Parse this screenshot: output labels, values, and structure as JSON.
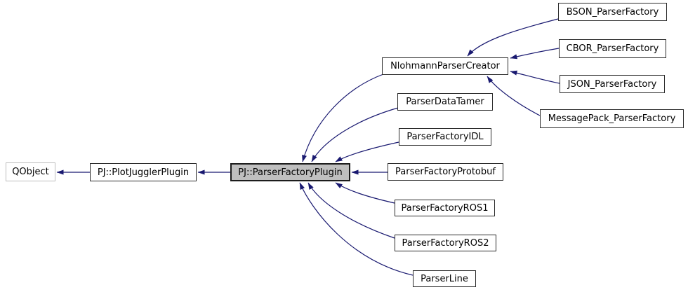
{
  "diagram": {
    "kind": "class-inheritance-graph",
    "colors": {
      "background": "#ffffff",
      "edge": "#191970",
      "node_fill": "#ffffff",
      "node_border": "#2b2b2b",
      "current_node_fill": "#bfbfbf",
      "external_node_border": "#bdbdbd",
      "text": "#000000"
    }
  },
  "nodes": [
    {
      "id": "qobject",
      "label": "QObject",
      "role": "external-base"
    },
    {
      "id": "plotjuggler-plugin",
      "label": "PJ::PlotJugglerPlugin",
      "role": "base"
    },
    {
      "id": "parser-factory-plugin",
      "label": "PJ::ParserFactoryPlugin",
      "role": "current"
    },
    {
      "id": "nlohmann-parser-creator",
      "label": "NlohmannParserCreator",
      "role": "derived"
    },
    {
      "id": "parser-data-tamer",
      "label": "ParserDataTamer",
      "role": "derived"
    },
    {
      "id": "parser-factory-idl",
      "label": "ParserFactoryIDL",
      "role": "derived"
    },
    {
      "id": "parser-factory-protobuf",
      "label": "ParserFactoryProtobuf",
      "role": "derived"
    },
    {
      "id": "parser-factory-ros1",
      "label": "ParserFactoryROS1",
      "role": "derived"
    },
    {
      "id": "parser-factory-ros2",
      "label": "ParserFactoryROS2",
      "role": "derived"
    },
    {
      "id": "parser-line",
      "label": "ParserLine",
      "role": "derived"
    },
    {
      "id": "bson-parser-factory",
      "label": "BSON_ParserFactory",
      "role": "derived"
    },
    {
      "id": "cbor-parser-factory",
      "label": "CBOR_ParserFactory",
      "role": "derived"
    },
    {
      "id": "json-parser-factory",
      "label": "JSON_ParserFactory",
      "role": "derived"
    },
    {
      "id": "messagepack-parser-factory",
      "label": "MessagePack_ParserFactory",
      "role": "derived"
    }
  ],
  "edges": [
    {
      "from": "PJ::PlotJugglerPlugin",
      "to": "QObject"
    },
    {
      "from": "PJ::ParserFactoryPlugin",
      "to": "PJ::PlotJugglerPlugin"
    },
    {
      "from": "NlohmannParserCreator",
      "to": "PJ::ParserFactoryPlugin"
    },
    {
      "from": "ParserDataTamer",
      "to": "PJ::ParserFactoryPlugin"
    },
    {
      "from": "ParserFactoryIDL",
      "to": "PJ::ParserFactoryPlugin"
    },
    {
      "from": "ParserFactoryProtobuf",
      "to": "PJ::ParserFactoryPlugin"
    },
    {
      "from": "ParserFactoryROS1",
      "to": "PJ::ParserFactoryPlugin"
    },
    {
      "from": "ParserFactoryROS2",
      "to": "PJ::ParserFactoryPlugin"
    },
    {
      "from": "ParserLine",
      "to": "PJ::ParserFactoryPlugin"
    },
    {
      "from": "BSON_ParserFactory",
      "to": "NlohmannParserCreator"
    },
    {
      "from": "CBOR_ParserFactory",
      "to": "NlohmannParserCreator"
    },
    {
      "from": "JSON_ParserFactory",
      "to": "NlohmannParserCreator"
    },
    {
      "from": "MessagePack_ParserFactory",
      "to": "NlohmannParserCreator"
    }
  ]
}
